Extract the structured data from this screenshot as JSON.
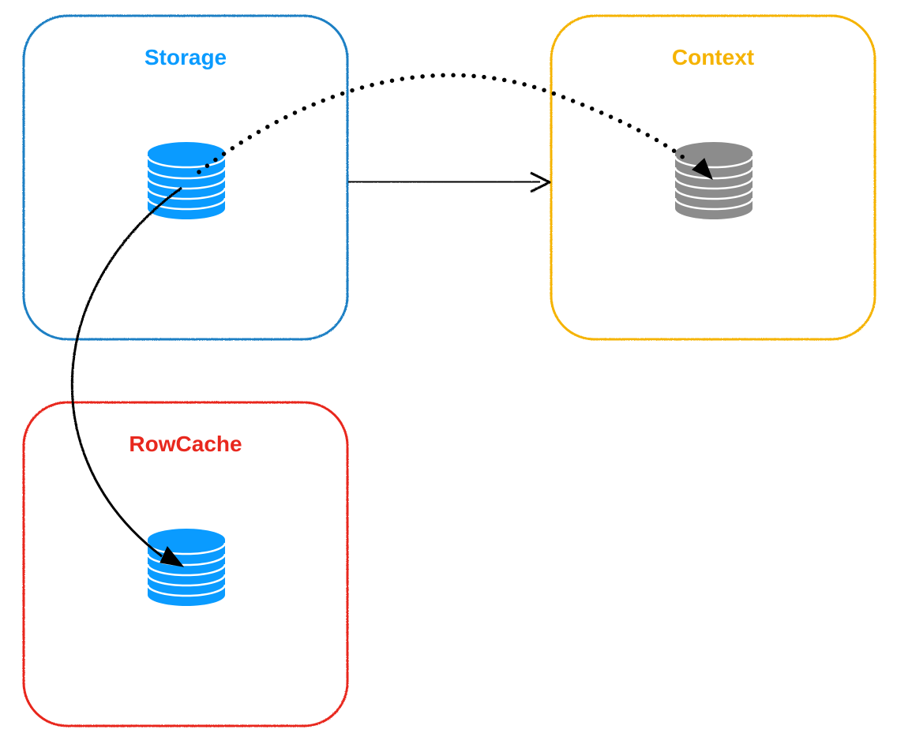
{
  "diagram": {
    "boxes": [
      {
        "id": "storage",
        "title": "Storage",
        "color": "#1a7fc4",
        "title_color": "#0a9bff"
      },
      {
        "id": "context",
        "title": "Context",
        "color": "#f5b301",
        "title_color": "#f5b301"
      },
      {
        "id": "rowcache",
        "title": "RowCache",
        "color": "#e8281e",
        "title_color": "#e8281e"
      }
    ],
    "databases": [
      {
        "id": "storage-db",
        "box": "storage",
        "color": "#0a9bff"
      },
      {
        "id": "context-db",
        "box": "context",
        "color": "#8c8c8c"
      },
      {
        "id": "rowcache-db",
        "box": "rowcache",
        "color": "#0a9bff"
      }
    ],
    "edges": [
      {
        "id": "storage-to-context-box",
        "from": "storage",
        "to": "context",
        "style": "solid"
      },
      {
        "id": "storage-db-to-context-db",
        "from": "storage-db",
        "to": "context-db",
        "style": "dotted"
      },
      {
        "id": "storage-db-to-rowcache-db",
        "from": "storage-db",
        "to": "rowcache-db",
        "style": "solid-curve"
      }
    ],
    "edge_color": "#000000"
  }
}
